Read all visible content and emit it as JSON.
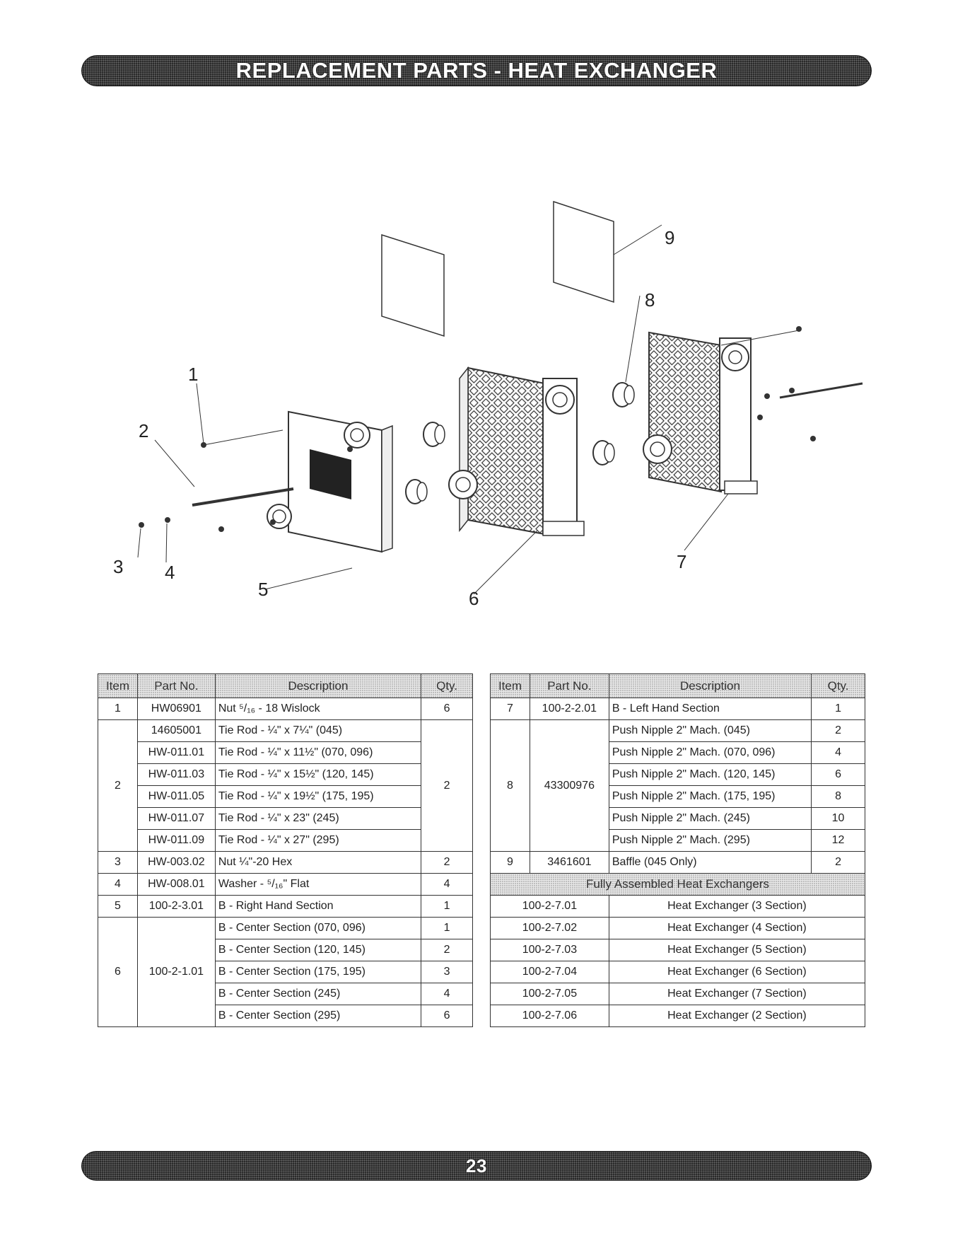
{
  "header": {
    "title": "REPLACEMENT PARTS - HEAT EXCHANGER"
  },
  "footer": {
    "page_number": "23"
  },
  "diagram": {
    "callouts": [
      "1",
      "2",
      "3",
      "4",
      "5",
      "6",
      "7",
      "8",
      "9"
    ]
  },
  "left_table": {
    "headers": [
      "Item",
      "Part No.",
      "Description",
      "Qty."
    ],
    "rows": [
      {
        "item": "1",
        "part": "HW06901",
        "desc": "Nut ⁵/₁₆ - 18 Wislock",
        "qty": "6"
      },
      {
        "item": "2",
        "parts": [
          "14605001",
          "HW-011.01",
          "HW-011.03",
          "HW-011.05",
          "HW-011.07",
          "HW-011.09"
        ],
        "descs": [
          "Tie Rod - ¼\" x 7¼\" (045)",
          "Tie Rod - ¼\" x 11½\" (070, 096)",
          "Tie Rod - ¼\" x 15½\" (120, 145)",
          "Tie Rod - ¼\" x 19½\" (175, 195)",
          "Tie Rod - ¼\" x 23\" (245)",
          "Tie Rod - ¼\" x 27\" (295)"
        ],
        "qty": "2"
      },
      {
        "item": "3",
        "part": "HW-003.02",
        "desc": "Nut ¼\"-20 Hex",
        "qty": "2"
      },
      {
        "item": "4",
        "part": "HW-008.01",
        "desc": "Washer - ⁵/₁₆\" Flat",
        "qty": "4"
      },
      {
        "item": "5",
        "part": "100-2-3.01",
        "desc": "B - Right Hand Section",
        "qty": "1"
      },
      {
        "item": "6",
        "part": "100-2-1.01",
        "descs": [
          "B - Center Section (070, 096)",
          "B - Center Section (120, 145)",
          "B - Center Section (175, 195)",
          "B - Center Section (245)",
          "B - Center Section (295)"
        ],
        "qtys": [
          "1",
          "2",
          "3",
          "4",
          "6"
        ]
      }
    ]
  },
  "right_table": {
    "headers": [
      "Item",
      "Part No.",
      "Description",
      "Qty."
    ],
    "rows": [
      {
        "item": "7",
        "part": "100-2-2.01",
        "desc": "B - Left Hand Section",
        "qty": "1"
      },
      {
        "item": "8",
        "part": "43300976",
        "descs": [
          "Push Nipple 2\" Mach. (045)",
          "Push Nipple 2\" Mach. (070, 096)",
          "Push Nipple 2\" Mach. (120, 145)",
          "Push Nipple 2\" Mach. (175, 195)",
          "Push Nipple 2\" Mach. (245)",
          "Push Nipple 2\" Mach. (295)"
        ],
        "qtys": [
          "2",
          "4",
          "6",
          "8",
          "10",
          "12"
        ]
      },
      {
        "item": "9",
        "part": "3461601",
        "desc": "Baffle (045 Only)",
        "qty": "2"
      }
    ],
    "assembled_heading": "Fully Assembled Heat Exchangers",
    "assembled": [
      {
        "part": "100-2-7.01",
        "desc": "Heat Exchanger (3 Section)"
      },
      {
        "part": "100-2-7.02",
        "desc": "Heat Exchanger (4 Section)"
      },
      {
        "part": "100-2-7.03",
        "desc": "Heat Exchanger (5 Section)"
      },
      {
        "part": "100-2-7.04",
        "desc": "Heat Exchanger (6 Section)"
      },
      {
        "part": "100-2-7.05",
        "desc": "Heat Exchanger (7 Section)"
      },
      {
        "part": "100-2-7.06",
        "desc": "Heat Exchanger (2 Section)"
      }
    ]
  }
}
